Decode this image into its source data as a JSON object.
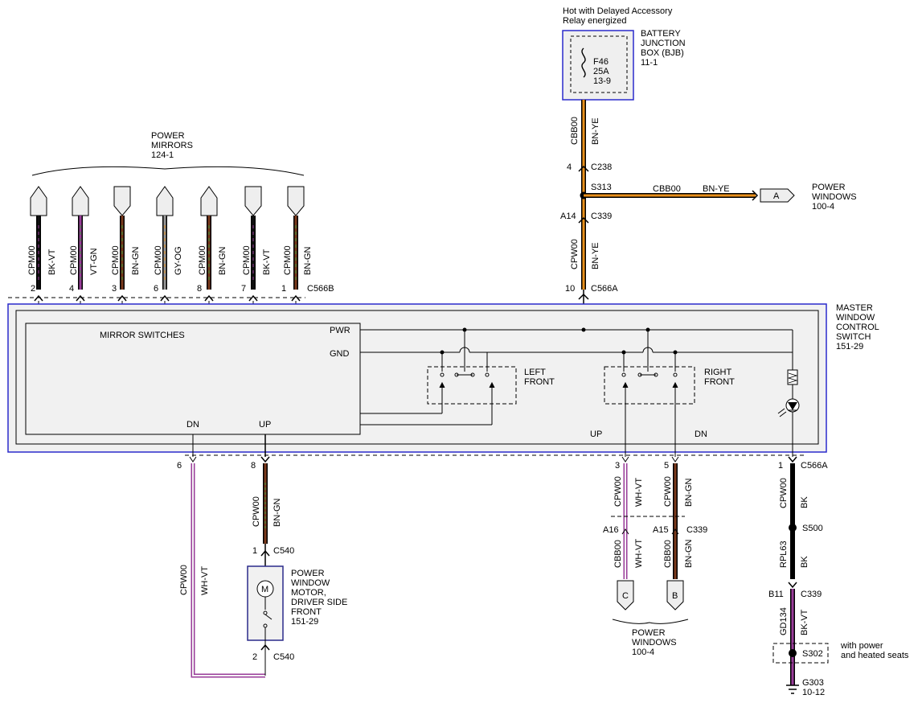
{
  "bjb": {
    "hot_line1": "Hot with Delayed Accessory",
    "hot_line2": "Relay energized",
    "title1": "BATTERY",
    "title2": "JUNCTION",
    "title3": "BOX (BJB)",
    "page": "11-1",
    "fuse": "F46",
    "fuse_rating": "25A",
    "fuse_page": "13-9"
  },
  "feed": {
    "circuit": "CBB00",
    "color": "BN-YE",
    "c238_pin": "4",
    "c238": "C238",
    "s313": "S313",
    "branch_circuit": "CBB00",
    "branch_color": "BN-YE",
    "conn_a": "A",
    "pw_title1": "POWER",
    "pw_title2": "WINDOWS",
    "pw_page": "100-4",
    "c339_pin": "A14",
    "c339": "C339",
    "lower_circuit": "CPW00",
    "lower_color": "BN-YE",
    "c566a_pin": "10",
    "c566a": "C566A"
  },
  "mirrors": {
    "title1": "POWER",
    "title2": "MIRRORS",
    "page": "124-1",
    "connector": "C566B",
    "wires": [
      {
        "pin": "2",
        "circuit": "CPM00",
        "color": "BK-VT"
      },
      {
        "pin": "4",
        "circuit": "CPM00",
        "color": "VT-GN"
      },
      {
        "pin": "3",
        "circuit": "CPM00",
        "color": "BN-GN"
      },
      {
        "pin": "6",
        "circuit": "CPM00",
        "color": "GY-OG"
      },
      {
        "pin": "8",
        "circuit": "CPM00",
        "color": "BN-GN"
      },
      {
        "pin": "7",
        "circuit": "CPM00",
        "color": "BK-VT"
      },
      {
        "pin": "1",
        "circuit": "CPM00",
        "color": "BN-GN"
      }
    ]
  },
  "master": {
    "title1": "MASTER",
    "title2": "WINDOW",
    "title3": "CONTROL",
    "title4": "SWITCH",
    "page": "151-29",
    "mirror_switches": "MIRROR SWITCHES",
    "pwr": "PWR",
    "gnd": "GND",
    "dn": "DN",
    "up": "UP",
    "left1": "LEFT",
    "left2": "FRONT",
    "right1": "RIGHT",
    "right2": "FRONT",
    "up_right": "UP",
    "dn_right": "DN"
  },
  "motor": {
    "pin_dn": "6",
    "pin_up": "8",
    "up_circuit": "CPW00",
    "up_color": "BN-GN",
    "dn_circuit": "CPW00",
    "dn_color": "WH-VT",
    "c540_pin1": "1",
    "c540_a": "C540",
    "c540_pin2": "2",
    "c540_b": "C540",
    "m": "M",
    "title1": "POWER",
    "title2": "WINDOW",
    "title3": "MOTOR,",
    "title4": "DRIVER SIDE",
    "title5": "FRONT",
    "page": "151-29"
  },
  "rf": {
    "pin_up": "3",
    "pin_dn": "5",
    "up_circuit": "CPW00",
    "up_color": "WH-VT",
    "dn_circuit": "CPW00",
    "dn_color": "BN-GN",
    "c339_up": "A16",
    "c339_dn": "A15",
    "c339": "C339",
    "up_circuit2": "CBB00",
    "up_color2": "WH-VT",
    "dn_circuit2": "CBB00",
    "dn_color2": "BN-GN",
    "conn_c": "C",
    "conn_b": "B",
    "pw_title1": "POWER",
    "pw_title2": "WINDOWS",
    "pw_page": "100-4"
  },
  "ground": {
    "pin": "1",
    "connector": "C566A",
    "circuit": "CPW00",
    "color": "BK",
    "s500": "S500",
    "circuit2": "RPL63",
    "color2": "BK",
    "c339_pin": "B11",
    "c339": "C339",
    "circuit3": "GD134",
    "color3": "BK-VT",
    "s302": "S302",
    "note1": "with power",
    "note2": "and heated seats",
    "g303": "G303",
    "g303_page": "10-12"
  }
}
